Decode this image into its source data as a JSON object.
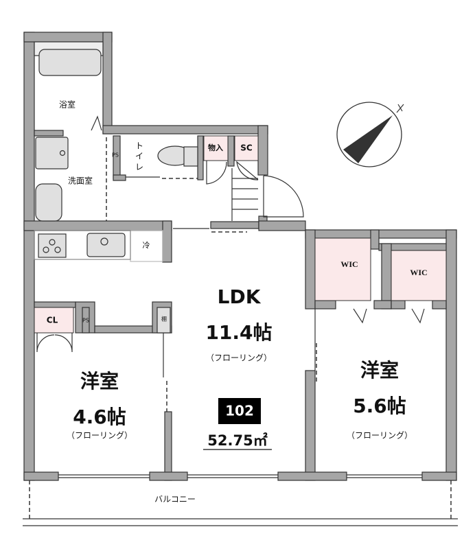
{
  "rooms": {
    "bath": "浴室",
    "washroom": "洗面室",
    "ps_top": "PS",
    "toilet": [
      "ト",
      "イ",
      "レ"
    ],
    "storage": "物入",
    "shoe_closet": "SC",
    "fridge": "冷",
    "ldk": {
      "name": "LDK",
      "size": "11.4帖",
      "floor": "（フローリング）"
    },
    "wic_left": "WIC",
    "wic_right": "WIC",
    "closet": "CL",
    "ps_bottom": "PS",
    "shelf": "棚",
    "western_left": {
      "name": "洋室",
      "size": "4.6帖",
      "floor": "（フローリング）"
    },
    "western_right": {
      "name": "洋室",
      "size": "5.6帖",
      "floor": "（フローリング）"
    },
    "balcony": "バルコニー"
  },
  "unit": {
    "number": "102",
    "area": "52.75㎡"
  },
  "colors": {
    "wall": "#a6a6a6",
    "storage_fill": "#fbe9ea",
    "fixture": "#e0e0e0"
  },
  "compass": {
    "icon": "north-arrow-icon"
  }
}
